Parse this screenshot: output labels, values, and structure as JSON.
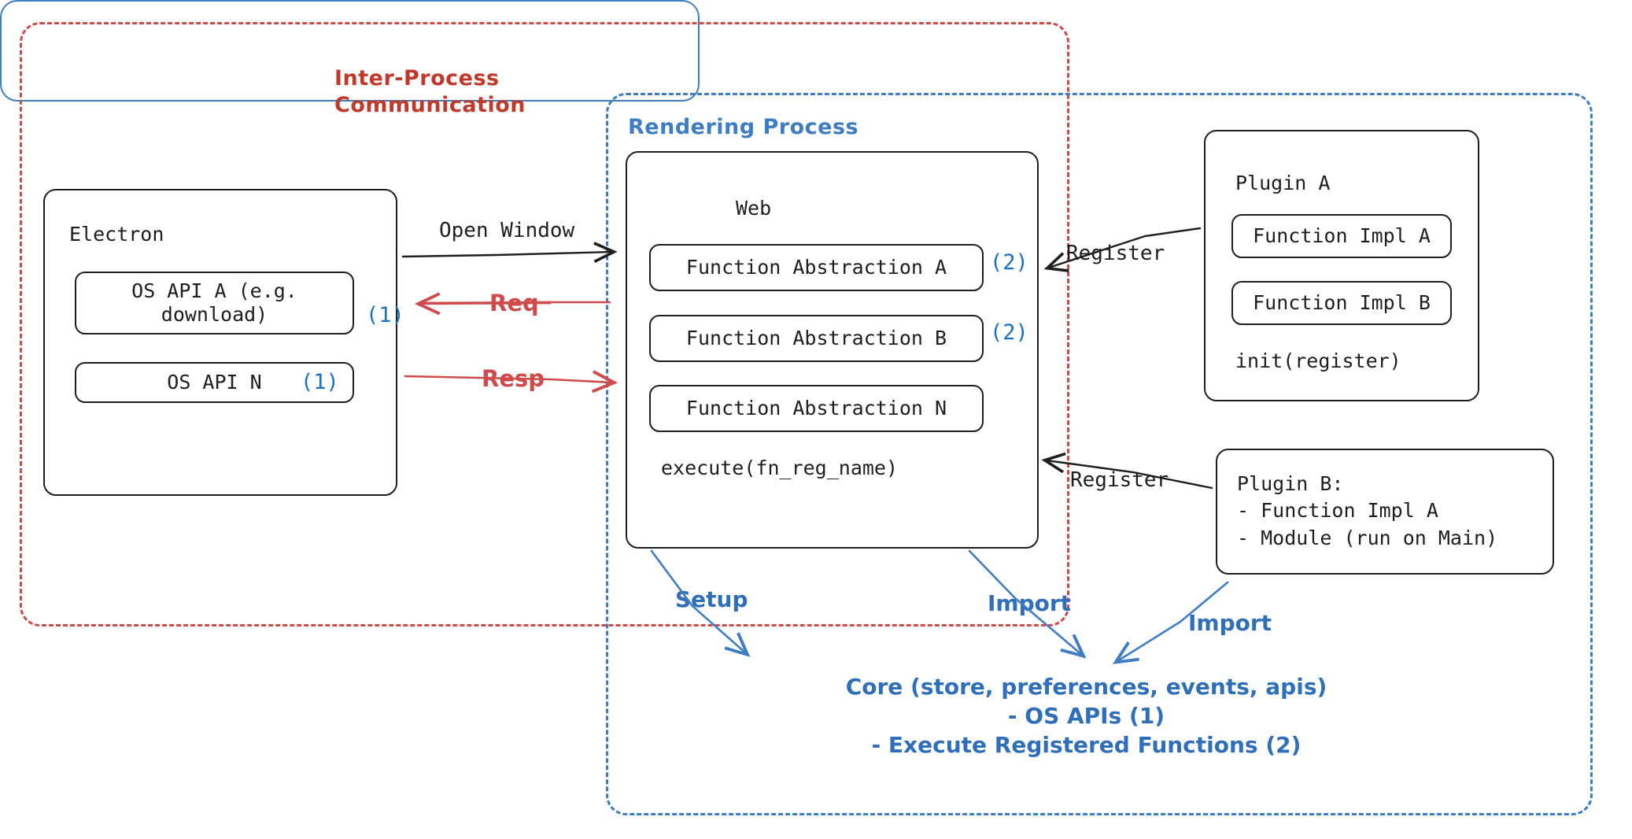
{
  "zones": {
    "ipc": {
      "label": "Inter-Process\nCommunication",
      "color": "#c0392b",
      "style": "dashed"
    },
    "rendering": {
      "label": "Rendering Process",
      "color": "#3e7cc4",
      "style": "dashed"
    }
  },
  "electron": {
    "title": "Electron",
    "items": [
      {
        "label": "OS API A (e.g.\ndownload)",
        "badge": "(1)"
      },
      {
        "label": "OS API N",
        "badge": "(1)"
      }
    ]
  },
  "web": {
    "title": "Web",
    "functions": [
      {
        "label": "Function Abstraction A",
        "badge": "(2)"
      },
      {
        "label": "Function Abstraction B",
        "badge": "(2)"
      },
      {
        "label": "Function Abstraction N",
        "badge": ""
      }
    ],
    "footer": "execute(fn_reg_name)"
  },
  "plugin_a": {
    "title": "Plugin A",
    "items": [
      "Function Impl A",
      "Function Impl B"
    ],
    "footer": "init(register)"
  },
  "plugin_b": {
    "text": "Plugin B:\n- Function Impl A\n- Module (run on Main)"
  },
  "core": {
    "text": "Core (store, preferences, events, apis)\n- OS APIs (1)\n- Execute Registered Functions (2)",
    "color": "#2f6fba"
  },
  "edges": {
    "open_window": "Open Window",
    "req": "Req",
    "resp": "Resp",
    "register_plugin_a": "Register",
    "register_plugin_b": "Register",
    "setup": "Setup",
    "import_web": "Import",
    "import_plugin_b": "Import"
  },
  "colors": {
    "ipc_red": "#cf4b4b",
    "render_blue": "#3e7cc4",
    "badge_blue": "#1971c2",
    "ink": "#1e1e1e"
  }
}
